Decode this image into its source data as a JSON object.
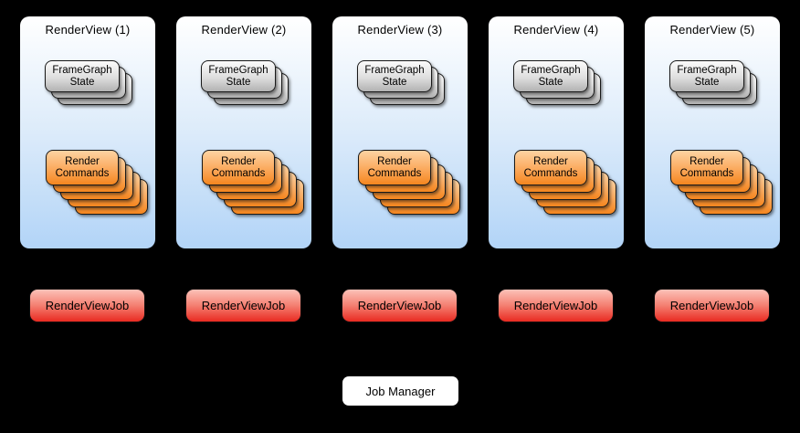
{
  "background": "#000000",
  "render_views": [
    {
      "title": "RenderView (1)"
    },
    {
      "title": "RenderView (2)"
    },
    {
      "title": "RenderView (3)"
    },
    {
      "title": "RenderView (4)"
    },
    {
      "title": "RenderView (5)"
    }
  ],
  "state_stack": {
    "line1": "FrameGraph",
    "line2": "State",
    "card_count": 3
  },
  "commands_stack": {
    "line1": "Render",
    "line2": "Commands",
    "card_count": 5
  },
  "jobs": [
    {
      "label": "RenderViewJob"
    },
    {
      "label": "RenderViewJob"
    },
    {
      "label": "RenderViewJob"
    },
    {
      "label": "RenderViewJob"
    },
    {
      "label": "RenderViewJob"
    }
  ],
  "job_manager": {
    "label": "Job Manager"
  },
  "colors": {
    "panel_gradient_top": "#ffffff",
    "panel_gradient_bottom": "#b2d4f7",
    "state_card_top": "#fbfbfb",
    "state_card_bottom": "#b2b2b2",
    "commands_card_top": "#fdd3a3",
    "commands_card_bottom": "#f5861f",
    "job_gradient_top": "#fcc2b8",
    "job_gradient_bottom": "#e92a21",
    "job_manager_bg": "#ffffff"
  }
}
